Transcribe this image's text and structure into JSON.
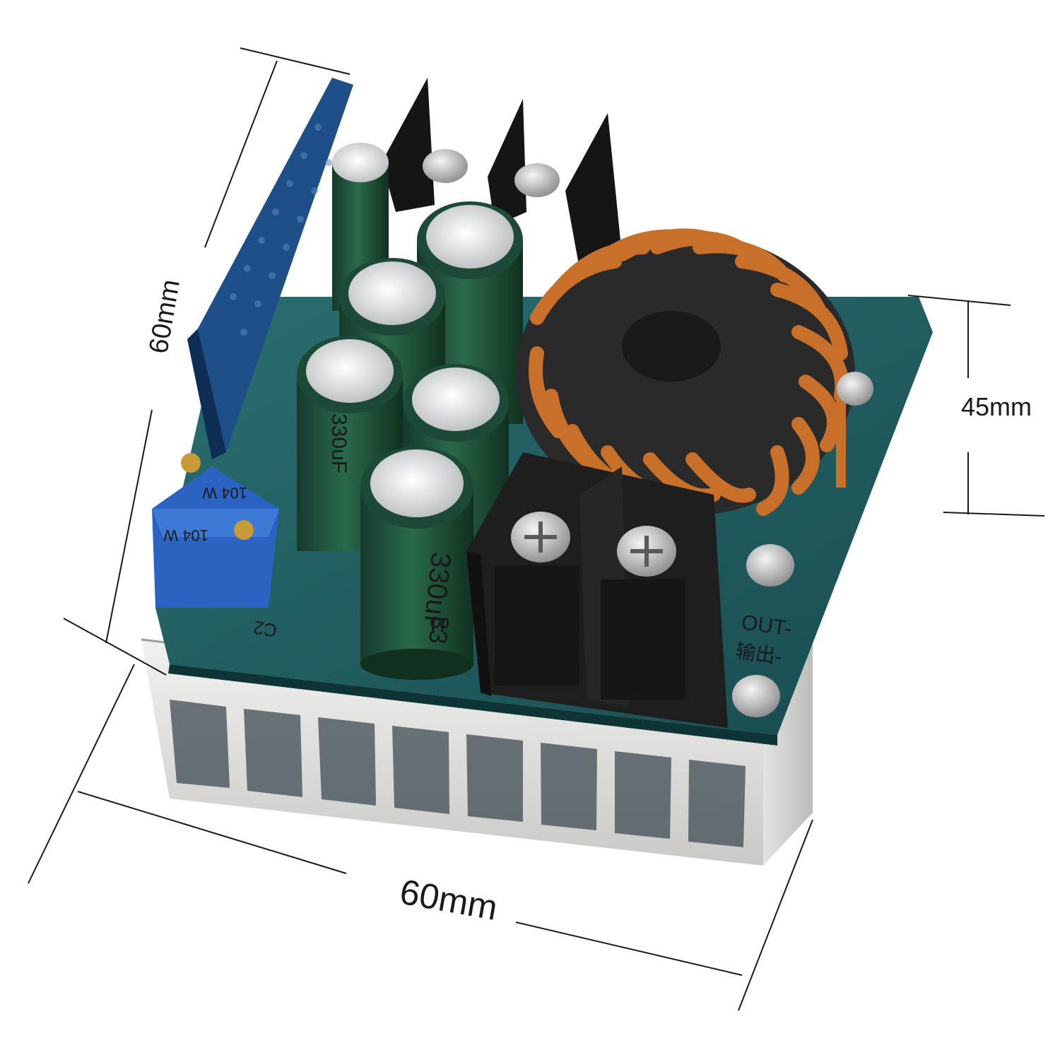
{
  "dimensions": {
    "depth_label": "60mm",
    "height_label": "45mm",
    "width_label": "60mm"
  },
  "components": {
    "capacitor_marking": "330uF",
    "capacitor_marking_2": "33",
    "trimpot_marking_top": "104 W",
    "trimpot_marking_bottom": "104 W",
    "pcb_silk_output_en": "OUT-",
    "pcb_silk_output_cn": "输出-",
    "pcb_silk_ref": "C2"
  },
  "colors": {
    "pcb": "#1f5a5e",
    "heatsink": "#d9d9d6",
    "copper": "#c8702a",
    "capacitor": "#1d4a36",
    "terminal": "#1e1e1e",
    "trimpot": "#2a63c2"
  }
}
